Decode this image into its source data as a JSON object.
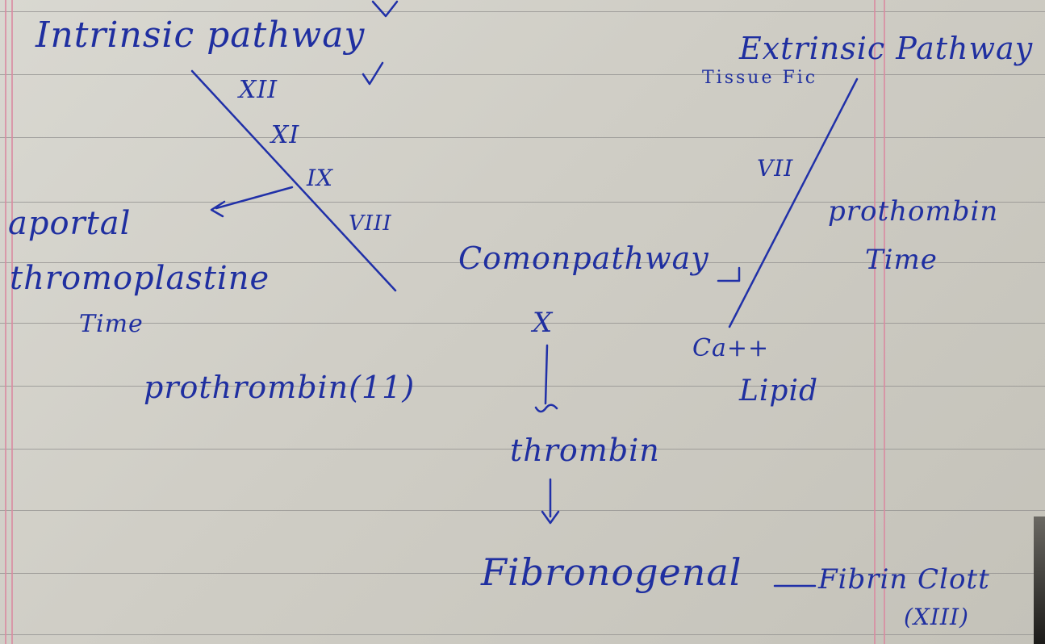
{
  "notes": {
    "intrinsic_title": "Intrinsic pathway",
    "factor_xii": "XII",
    "factor_xi": "XI",
    "factor_ix": "IX",
    "factor_viii": "VIII",
    "aptt_line1": "aportal",
    "aptt_line2": "thromoplastine",
    "aptt_line3": "Time",
    "extrinsic_title": "Extrinsic Pathway",
    "tissue_factor": "Tissue Fic",
    "factor_vii": "VII",
    "pt_line1": "prothombin",
    "pt_line2": "Time",
    "common_title": "Comonpathway",
    "factor_x": "X",
    "prothrombin": "prothrombin(11)",
    "ca": "Ca++",
    "lipid": "Lipid",
    "thrombin": "thrombin",
    "fibrinogen": "Fibronogenal",
    "fibrin_clot": "Fibrin Clott",
    "factor_xiii": "(XIII)"
  }
}
